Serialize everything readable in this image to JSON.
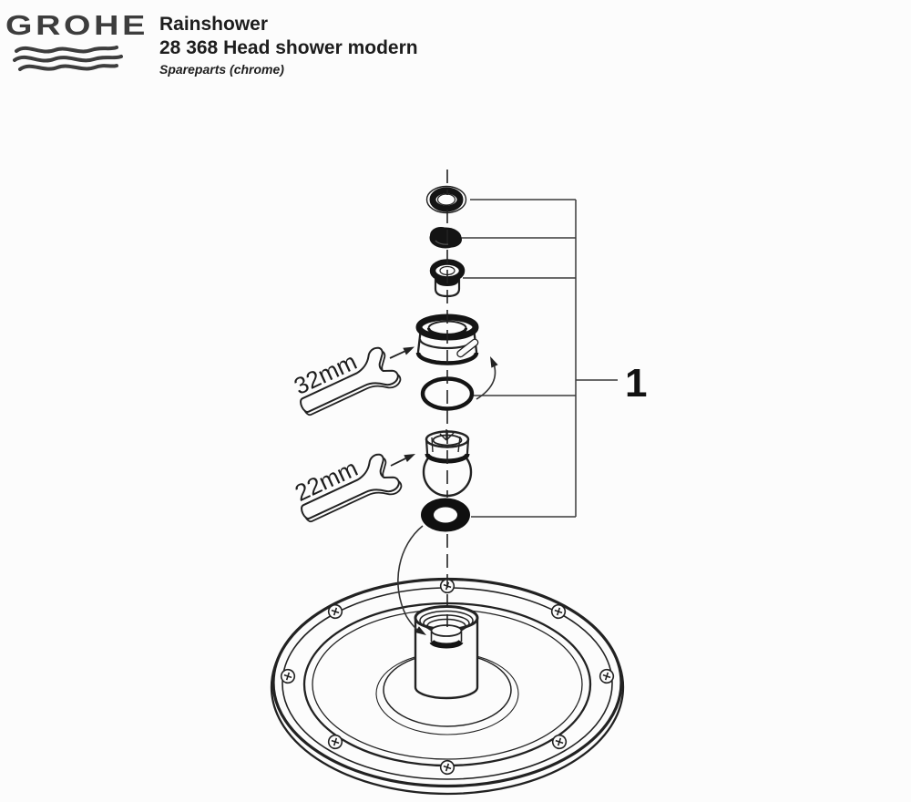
{
  "header": {
    "brand": "GROHE",
    "product_line": "Rainshower",
    "product_title": "28 368 Head shower modern",
    "subtitle": "Spareparts (chrome)"
  },
  "diagram": {
    "part_group_label": "1",
    "wrench_upper_label": "32mm",
    "wrench_lower_label": "22mm",
    "colors": {
      "ink": "#222222",
      "fill_dark": "#141414",
      "brand_gray": "#3d3d3d",
      "paper": "#fcfcfc"
    }
  }
}
